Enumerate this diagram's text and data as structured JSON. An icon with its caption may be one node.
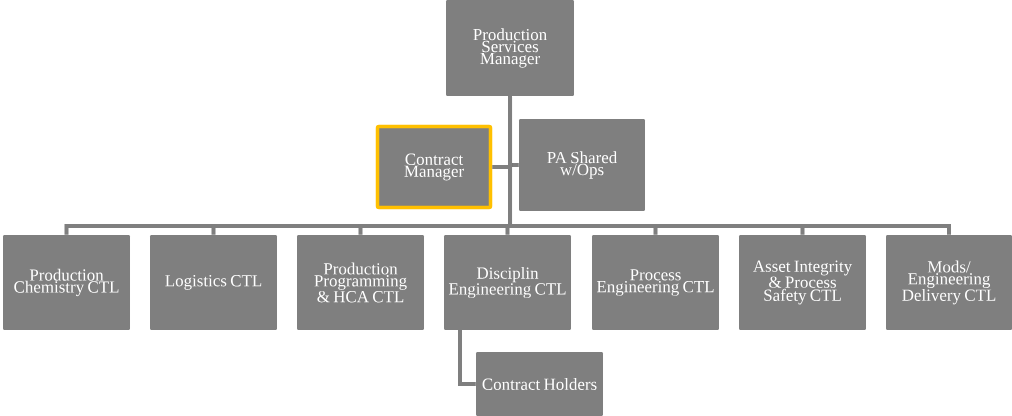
{
  "diagram": {
    "nodes": [
      {
        "text": [
          "Production Services Manager"
        ]
      },
      {
        "text": [
          "Contract Manager"
        ]
      },
      {
        "text": [
          "PA Shared w/Ops"
        ]
      },
      {
        "text": [
          "Production Chemistry CTL"
        ]
      },
      {
        "text": [
          "Logistics CTL"
        ]
      },
      {
        "text": [
          "Production Programming & HCA CTL"
        ]
      },
      {
        "text": [
          "Disciplin Engineering CTL"
        ]
      },
      {
        "text": [
          "Process Engineering CTL"
        ]
      },
      {
        "text": [
          "Asset Integrity & Process Safety CTL"
        ]
      },
      {
        "text": [
          "Mods/ Engineering Delivery CTL"
        ]
      },
      {
        "text": [
          "Contract Holders"
        ]
      }
    ],
    "edges": [
      {
        "from": 0,
        "to": 1,
        "arrow": "none"
      },
      {
        "from": 0,
        "to": 2,
        "arrow": "none"
      },
      {
        "from": 0,
        "to": 3,
        "arrow": "none"
      },
      {
        "from": 0,
        "to": 4,
        "arrow": "none"
      },
      {
        "from": 0,
        "to": 5,
        "arrow": "none"
      },
      {
        "from": 0,
        "to": 6,
        "arrow": "none"
      },
      {
        "from": 0,
        "to": 7,
        "arrow": "none"
      },
      {
        "from": 0,
        "to": 8,
        "arrow": "none"
      },
      {
        "from": 0,
        "to": 9,
        "arrow": "none"
      },
      {
        "from": 6,
        "to": 10,
        "arrow": "none"
      }
    ]
  }
}
